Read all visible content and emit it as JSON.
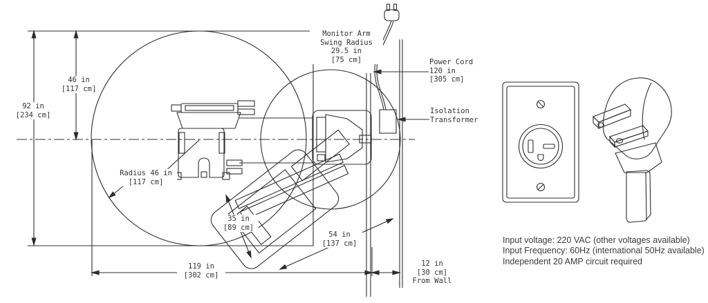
{
  "drawing": {
    "dimensions": {
      "height_total": [
        "92 in",
        "[234 cm]"
      ],
      "height_center": [
        "46 in",
        "[117 cm]"
      ],
      "monitor_arm_swing_radius": [
        "Monitor Arm",
        "Swing Radius",
        "29.5 in",
        "[75 cm]"
      ],
      "power_cord": [
        "Power Cord",
        "120 in",
        "[305 cm]"
      ],
      "isolation_transformer": [
        "Isolation",
        "Transformer"
      ],
      "radius": [
        "Radius 46 in",
        "[117 cm]"
      ],
      "depth_35": [
        "35 in",
        "[89 cm]"
      ],
      "depth_54": [
        "54 in",
        "[137 cm]"
      ],
      "width_total": [
        "119 in",
        "[302 cm]"
      ],
      "wall_offset": [
        "12 in",
        "[30 cm]",
        "From Wall"
      ]
    },
    "specs": [
      "Input voltage: 220 VAC (other voltages available)",
      "Input Frequency: 60Hz (international 50Hz available)",
      "Independent 20 AMP circuit required"
    ],
    "colors": {
      "line": "#2d2d2d",
      "background": "#ffffff",
      "spec_text": "#3a3a3a"
    }
  }
}
